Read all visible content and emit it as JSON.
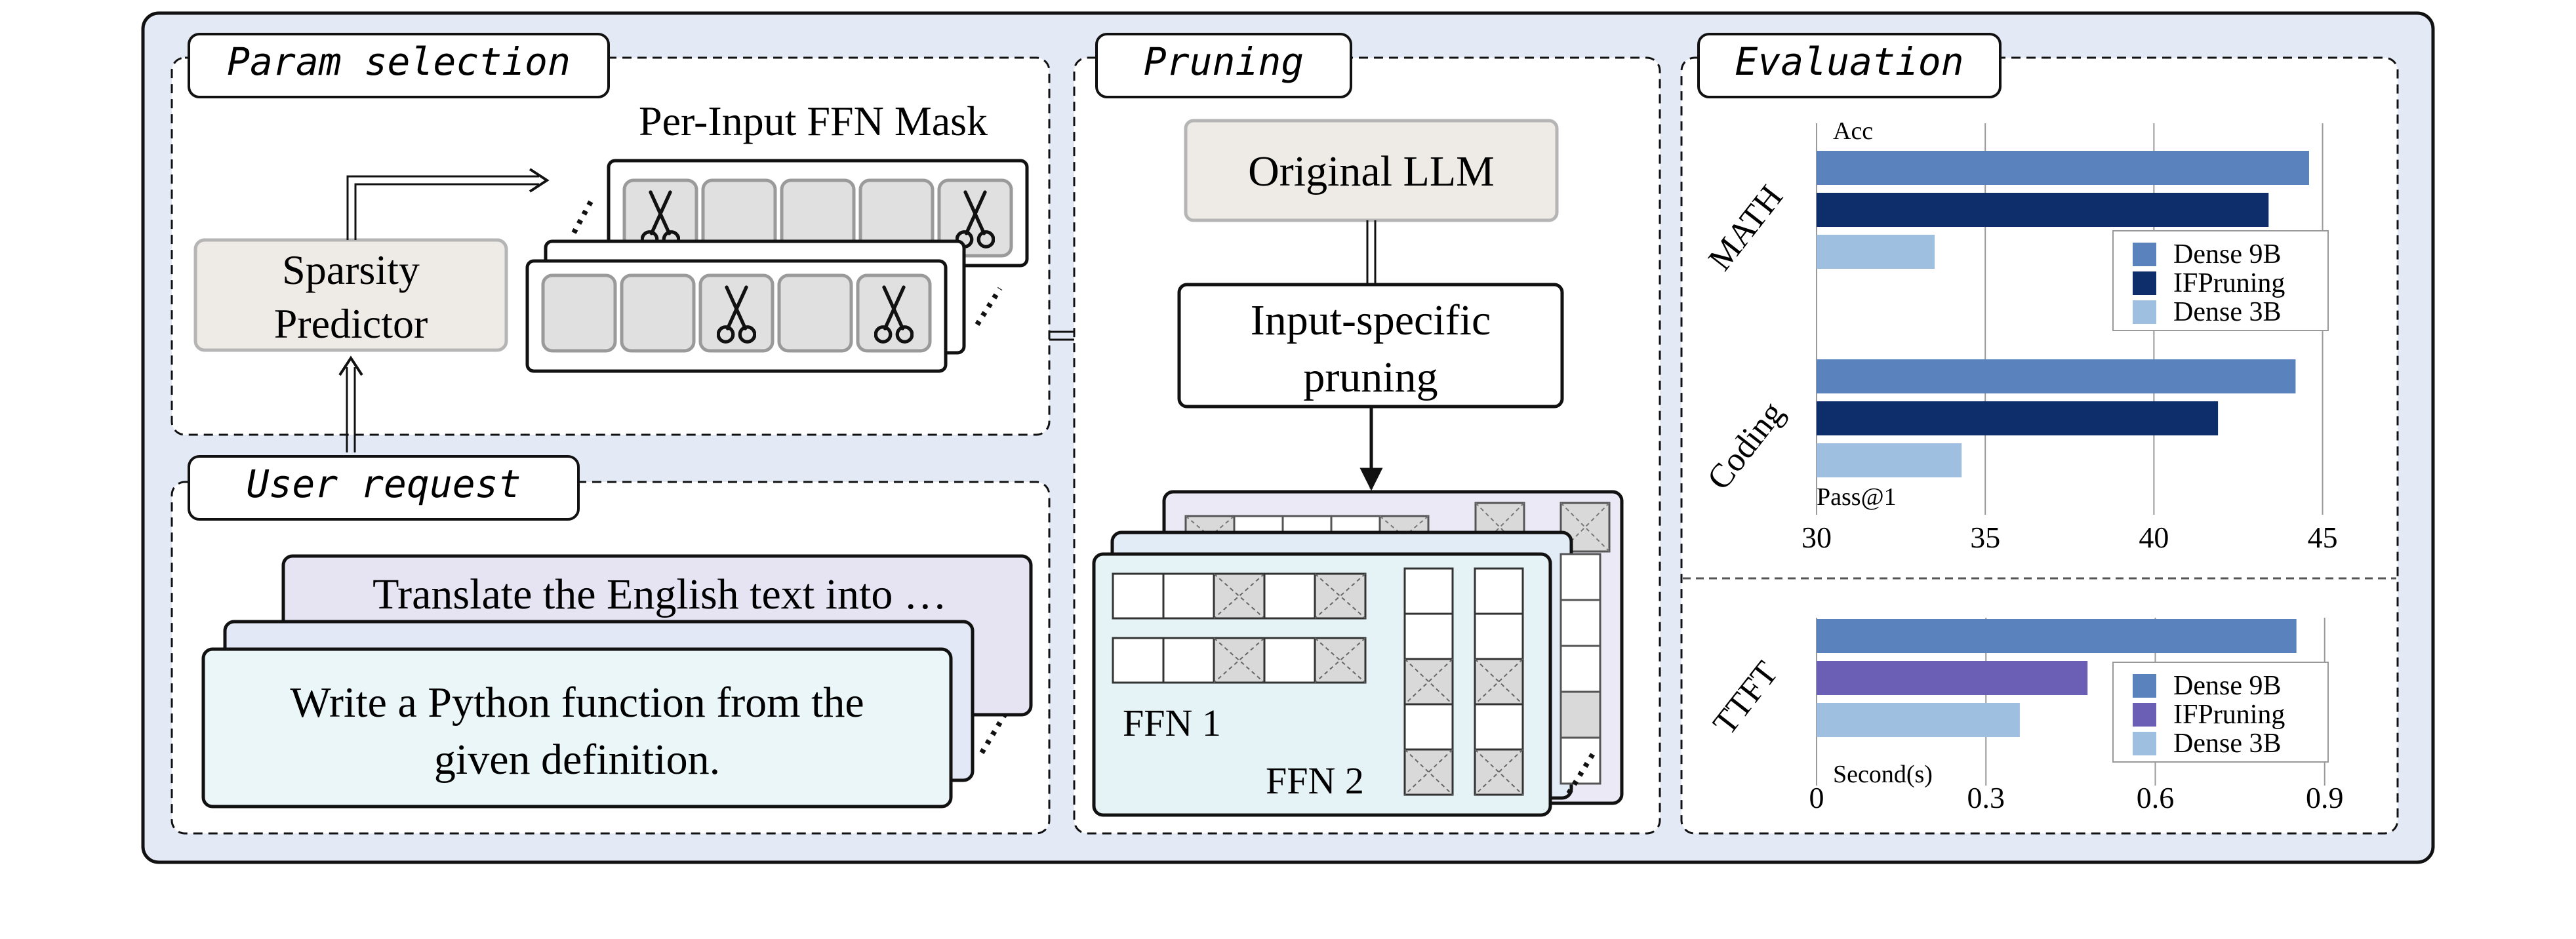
{
  "colors": {
    "outer_bg": "#e4e9f6",
    "panel_bg": "#ffffff",
    "beige": "#eeebe6",
    "grey_cell": "#e0e0e0",
    "dense9b": "#5a83bd",
    "ifpruning_acc": "#0d2e6b",
    "ifpruning_ttft": "#6a5fb5",
    "dense3b": "#9fbfe0",
    "card_back": "#e6e4f3",
    "card_mid": "#e2e8f6",
    "card_front": "#eaf6f8",
    "ffn_front": "#e6f3f6",
    "ffn_back": "#ece9f6"
  },
  "param_selection": {
    "tab_label": "Param selection",
    "mask_title": "Per-Input FFN Mask",
    "predictor_line1": "Sparsity",
    "predictor_line2": "Predictor"
  },
  "user_request": {
    "tab_label": "User request",
    "back_card_text": "Translate the English text into …",
    "front_card_line1": "Write a Python function from the",
    "front_card_line2": "given definition."
  },
  "pruning": {
    "tab_label": "Pruning",
    "llm_label": "Original LLM",
    "pruning_line1": "Input-specific",
    "pruning_line2": "pruning",
    "ffn1_label": "FFN 1",
    "ffn2_label": "FFN 2"
  },
  "evaluation": {
    "tab_label": "Evaluation",
    "accuracy_chart": {
      "type": "bar",
      "orientation": "horizontal",
      "categories": [
        "MATH",
        "Coding"
      ],
      "series": [
        {
          "name": "Dense 9B",
          "values": [
            44.6,
            44.2
          ]
        },
        {
          "name": "IFPruning",
          "values": [
            43.4,
            41.9
          ]
        },
        {
          "name": "Dense 3B",
          "values": [
            33.5,
            34.3
          ]
        }
      ],
      "annotations": [
        "Acc",
        "Pass@1"
      ],
      "xlim": [
        30,
        46
      ],
      "xticks": [
        "30",
        "35",
        "40",
        "45"
      ],
      "grid": true,
      "legend_position": "right"
    },
    "ttft_chart": {
      "type": "bar",
      "orientation": "horizontal",
      "categories": [
        "TTFT"
      ],
      "series": [
        {
          "name": "Dense 9B",
          "values": [
            0.85
          ]
        },
        {
          "name": "IFPruning",
          "values": [
            0.48
          ]
        },
        {
          "name": "Dense 3B",
          "values": [
            0.36
          ]
        }
      ],
      "xlabel": "Second(s)",
      "xlim": [
        0,
        0.97
      ],
      "xticks": [
        "0",
        "0.3",
        "0.6",
        "0.9"
      ],
      "grid": true,
      "legend_position": "right"
    }
  }
}
